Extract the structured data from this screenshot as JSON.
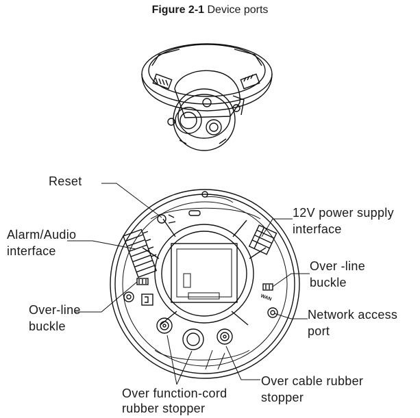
{
  "figure": {
    "number": "Figure 2-1",
    "caption": "Device ports"
  },
  "labels": {
    "reset": "Reset",
    "alarm_audio_line1": "Alarm/Audio",
    "alarm_audio_line2": "interface",
    "over_line_buckle_left_line1": "Over-line",
    "over_line_buckle_left_line2": "buckle",
    "power_line1": "12V power supply",
    "power_line2": "interface",
    "over_line_buckle_right_line1": "Over -line",
    "over_line_buckle_right_line2": "buckle",
    "network_line1": "Network access",
    "network_line2": "port",
    "cable_stopper_line1": "Over cable rubber",
    "cable_stopper_line2": "stopper",
    "function_stopper_line1": "Over function-cord",
    "function_stopper_line2": "rubber stopper"
  },
  "device_markings": {
    "wan": "WAN"
  }
}
